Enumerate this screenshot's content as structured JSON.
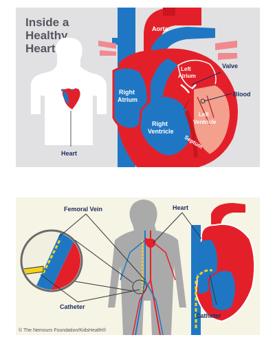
{
  "top_diagram": {
    "title_lines": [
      "Inside a",
      "Healthy",
      "Heart"
    ],
    "labels": {
      "aorta": "Aorta",
      "right_atrium": [
        "Right",
        "Atrium"
      ],
      "left_atrium": [
        "Left",
        "Atrium"
      ],
      "valve": "Valve",
      "blood": "Blood",
      "left_ventricle": [
        "Left",
        "Ventricle"
      ],
      "right_ventricle": [
        "Right",
        "Ventricle"
      ],
      "septum": "Septum",
      "heart": "Heart"
    }
  },
  "bottom_diagram": {
    "labels": {
      "femoral_vein": "Femoral Vein",
      "heart": "Heart",
      "catheter_left": "Catheter",
      "catheter_right": "Catheter"
    },
    "copyright": "© The Nemours Foundation/KidsHealth®"
  },
  "colors": {
    "artery_red": "#e3202a",
    "vein_blue": "#1f77c4",
    "label_navy": "#1c2a5a",
    "catheter_yellow": "#f3d21a",
    "panel_top_bg": "#e1e1e3",
    "panel_bottom_bg": "#f6f4e5"
  }
}
